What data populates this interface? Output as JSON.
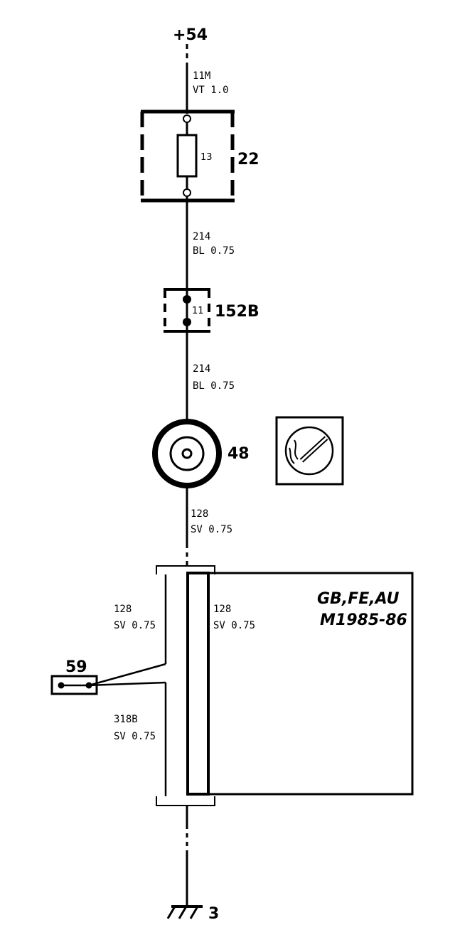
{
  "supply": {
    "label": "+54"
  },
  "wire_top": {
    "code": "11M",
    "spec": "VT 1.0"
  },
  "fuse": {
    "number": "13",
    "box_id": "22"
  },
  "wire_214_a": {
    "code": "214",
    "spec": "BL 0.75"
  },
  "connector_152b": {
    "pin": "11",
    "id": "152B"
  },
  "wire_214_b": {
    "code": "214",
    "spec": "BL 0.75"
  },
  "lighter": {
    "id": "48",
    "symbol": "cigarette-lighter-icon"
  },
  "wire_128": {
    "code": "128",
    "spec": "SV 0.75"
  },
  "splice": {
    "left_upper": {
      "code": "128",
      "spec": "SV 0.75"
    },
    "right_upper": {
      "code": "128",
      "spec": "SV 0.75"
    },
    "left_lower": {
      "code": "318B",
      "spec": "SV 0.75"
    }
  },
  "connector_59": {
    "id": "59"
  },
  "variant_box": {
    "line1": "GB,FE,AU",
    "line2": "M1985-86"
  },
  "ground": {
    "id": "3"
  }
}
